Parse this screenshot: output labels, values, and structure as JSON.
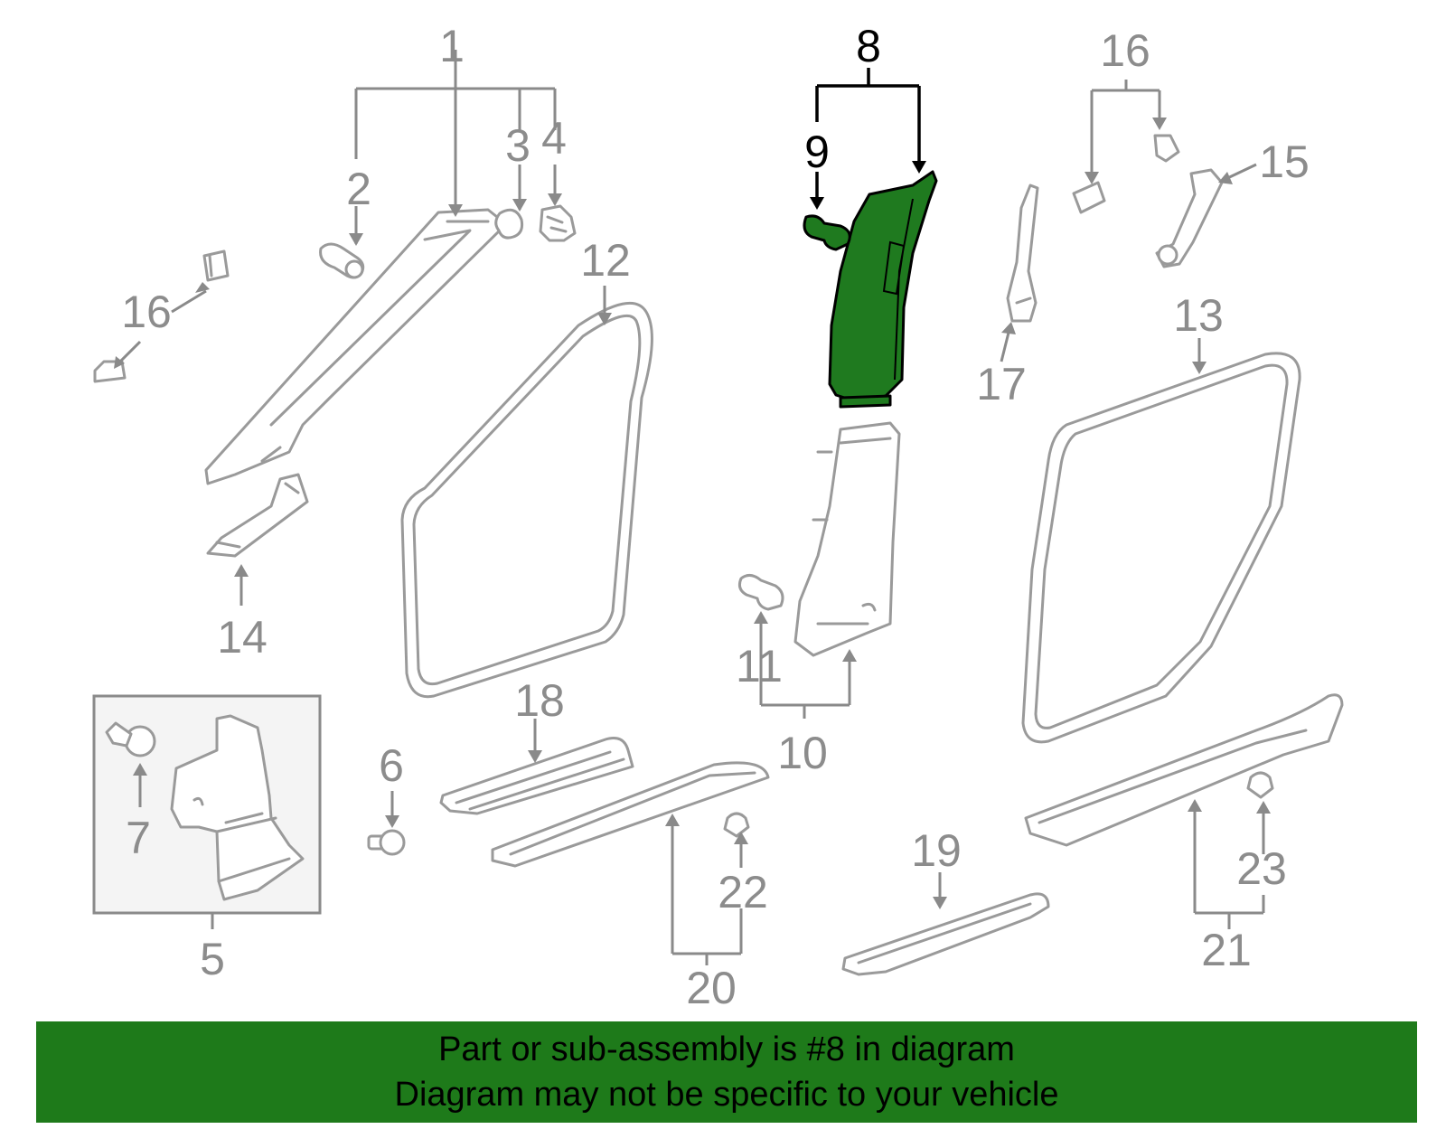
{
  "diagram": {
    "callouts": {
      "c1": "1",
      "c2": "2",
      "c3": "3",
      "c4": "4",
      "c5": "5",
      "c6": "6",
      "c7": "7",
      "c8": "8",
      "c9": "9",
      "c10": "10",
      "c11": "11",
      "c12": "12",
      "c13": "13",
      "c14": "14",
      "c15": "15",
      "c16a": "16",
      "c16b": "16",
      "c17": "17",
      "c18": "18",
      "c19": "19",
      "c20": "20",
      "c21": "21",
      "c22": "22",
      "c23": "23"
    },
    "highlight_part": "8",
    "colors": {
      "highlight_fill": "#1f7a1f",
      "part_stroke": "#9a9a9a",
      "banner_bg": "#1e7a1a"
    }
  },
  "banner": {
    "line1": "Part or sub-assembly is #8 in diagram",
    "line2": "Diagram may not be specific to your vehicle"
  }
}
